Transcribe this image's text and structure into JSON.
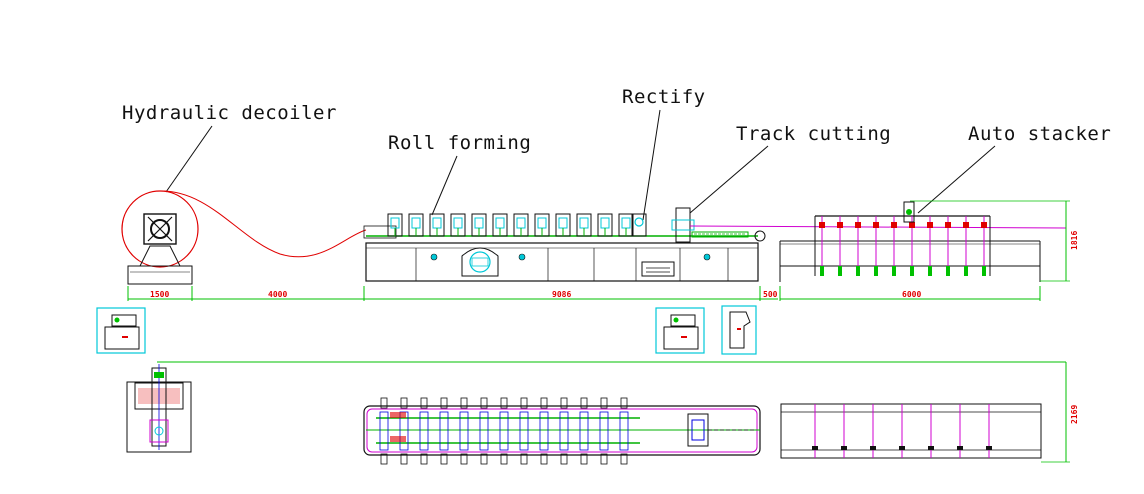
{
  "labels": {
    "decoiler": "Hydraulic decoiler",
    "roll_forming": "Roll forming",
    "rectify": "Rectify",
    "track_cutting": "Track cutting",
    "auto_stacker": "Auto stacker"
  },
  "dimensions": {
    "d1500": "1500",
    "d4000": "4000",
    "d9086": "9086",
    "d500": "500",
    "d6000": "6000",
    "height": "1816",
    "width": "2169"
  },
  "colors": {
    "outline": "#111111",
    "callout": "#111111",
    "coil": "#e00000",
    "dimension": "#00c000",
    "dimension_text": "#e00000",
    "cyan": "#00c8d8",
    "magenta": "#d000d0",
    "green": "#00b000",
    "blue": "#0000e0"
  }
}
